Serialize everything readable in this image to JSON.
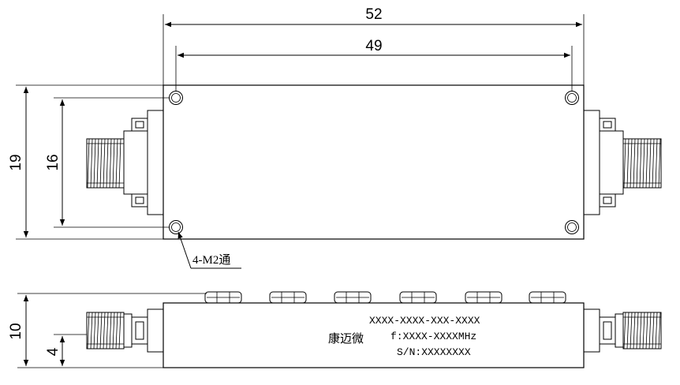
{
  "dimensions": {
    "overall_length": "52",
    "hole_spacing_length": "49",
    "overall_height": "19",
    "hole_spacing_height": "16",
    "side_height": "10",
    "connector_offset": "4"
  },
  "hole_note": "4-M2通",
  "label": {
    "brand": "康迈微",
    "model": "XXXX-XXXX-XXX-XXXX",
    "frequency": "f:XXXX-XXXXMHz",
    "serial": "S/N:XXXXXXXX"
  }
}
